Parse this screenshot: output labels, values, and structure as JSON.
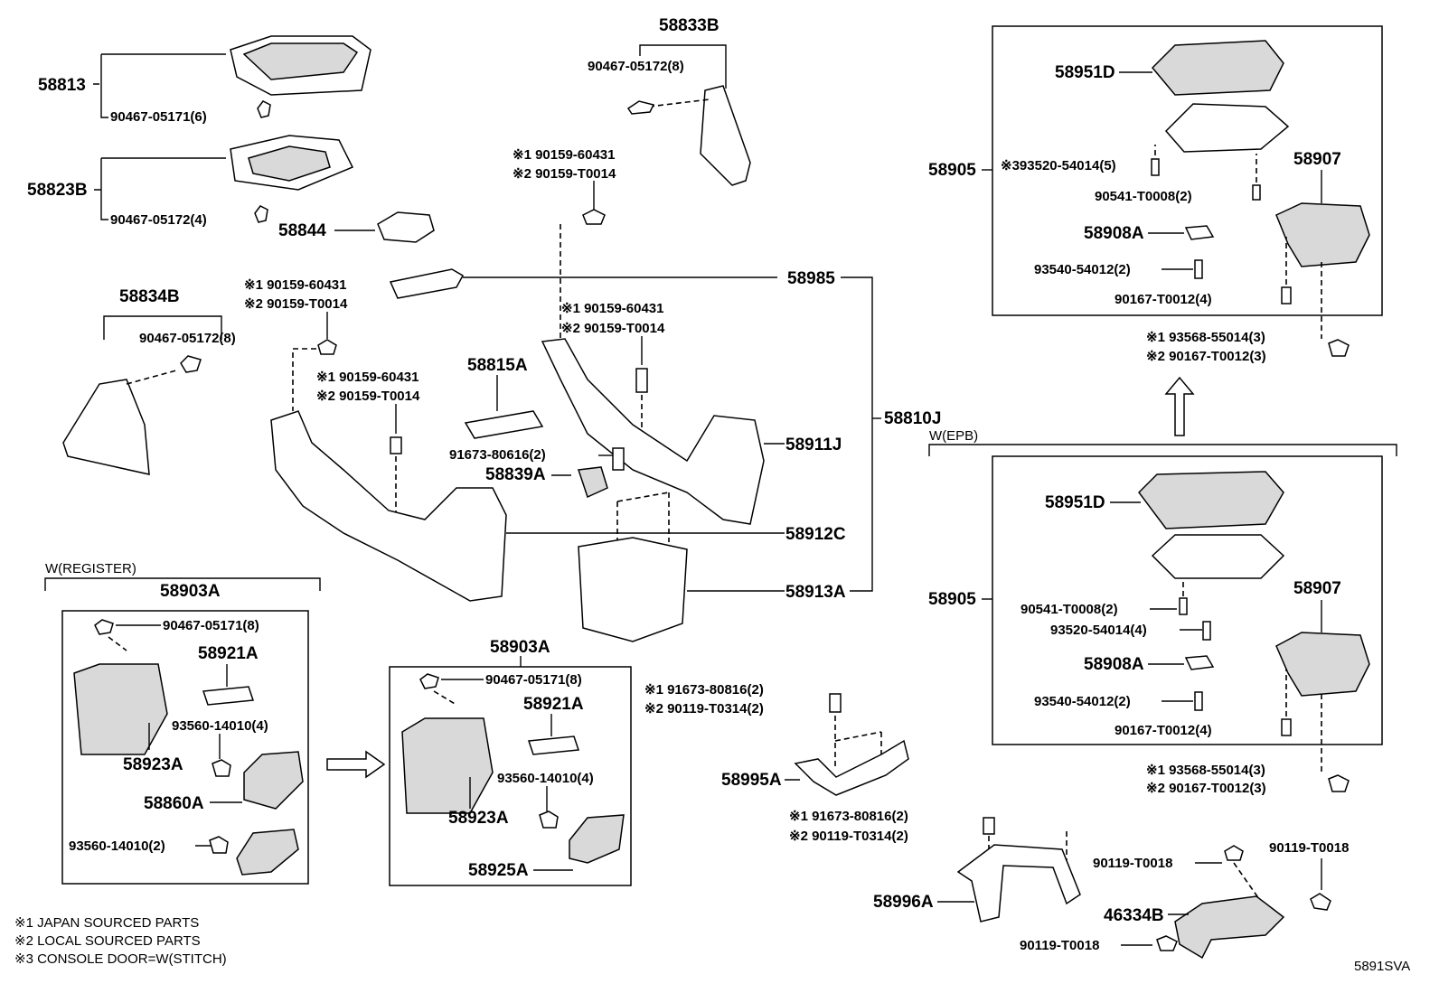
{
  "diagram_code": "5891SVA",
  "notes": [
    "※1 JAPAN SOURCED PARTS",
    "※2 LOCAL SOURCED PARTS",
    "※3 CONSOLE DOOR=W(STITCH)"
  ],
  "groups": {
    "register": "W(REGISTER)",
    "epb": "W(EPB)"
  },
  "labels": {
    "p58813": "58813",
    "p90467_05171_6": "90467-05171(6)",
    "p58823B": "58823B",
    "p90467_05172_4": "90467-05172(4)",
    "p58844": "58844",
    "p58834B": "58834B",
    "p90467_05172_8a": "90467-05172(8)",
    "p58833B": "58833B",
    "p90467_05172_8b": "90467-05172(8)",
    "p90159_60431_a": "※1 90159-60431",
    "p90159_T0014_a": "※2 90159-T0014",
    "p90159_60431_b": "※1 90159-60431",
    "p90159_T0014_b": "※2 90159-T0014",
    "p90159_60431_c": "※1 90159-60431",
    "p90159_T0014_c": "※2 90159-T0014",
    "p90159_60431_d": "※1 90159-60431",
    "p90159_T0014_d": "※2 90159-T0014",
    "p58985": "58985",
    "p58815A": "58815A",
    "p91673_80616": "91673-80616(2)",
    "p58839A": "58839A",
    "p58911J": "58911J",
    "p58810J": "58810J",
    "p58912C": "58912C",
    "p58913A": "58913A",
    "p58903A_a": "58903A",
    "p90467_05171_8a": "90467-05171(8)",
    "p58921A_a": "58921A",
    "p93560_14010_4a": "93560-14010(4)",
    "p58923A_a": "58923A",
    "p58860A": "58860A",
    "p93560_14010_2": "93560-14010(2)",
    "p58903A_b": "58903A",
    "p90467_05171_8b": "90467-05171(8)",
    "p58921A_b": "58921A",
    "p93560_14010_4b": "93560-14010(4)",
    "p58923A_b": "58923A",
    "p58925A": "58925A",
    "p91673_80816_a": "※1 91673-80816(2)",
    "p90119_T0314_a": "※2 90119-T0314(2)",
    "p58995A": "58995A",
    "p91673_80816_b": "※1 91673-80816(2)",
    "p90119_T0314_b": "※2 90119-T0314(2)",
    "p58996A": "58996A",
    "p90119_T0018_a": "90119-T0018",
    "p90119_T0018_b": "90119-T0018",
    "p90119_T0018_c": "90119-T0018",
    "p46334B": "46334B",
    "p58951D_a": "58951D",
    "p58905_a": "58905",
    "p393520_54014": "※393520-54014(5)",
    "p90541_T0008_a": "90541-T0008(2)",
    "p58907_a": "58907",
    "p58908A_a": "58908A",
    "p93540_54012_a": "93540-54012(2)",
    "p90167_T0012_4a": "90167-T0012(4)",
    "p93568_55014_a": "※1 93568-55014(3)",
    "p90167_T0012_3a": "※2 90167-T0012(3)",
    "p58951D_b": "58951D",
    "p58905_b": "58905",
    "p90541_T0008_b": "90541-T0008(2)",
    "p93520_54014": "93520-54014(4)",
    "p58907_b": "58907",
    "p58908A_b": "58908A",
    "p93540_54012_b": "93540-54012(2)",
    "p90167_T0012_4b": "90167-T0012(4)",
    "p93568_55014_b": "※1 93568-55014(3)",
    "p90167_T0012_3b": "※2 90167-T0012(3)"
  }
}
